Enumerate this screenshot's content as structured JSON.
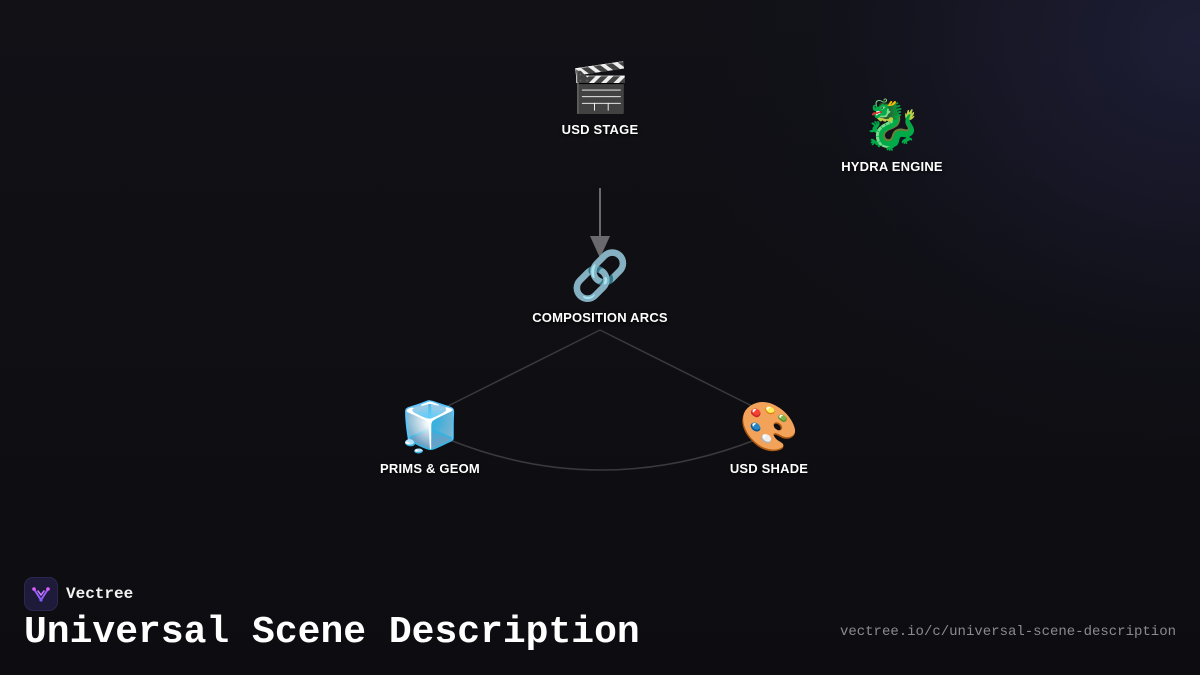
{
  "diagram": {
    "nodes": [
      {
        "id": "usd-stage",
        "icon": "clapper-board-icon",
        "emoji": "🎬",
        "label": "USD STAGE"
      },
      {
        "id": "hydra-engine",
        "icon": "dragon-icon",
        "emoji": "🐉",
        "label": "HYDRA ENGINE"
      },
      {
        "id": "composition-arcs",
        "icon": "link-icon",
        "emoji": "🔗",
        "label": "COMPOSITION ARCS"
      },
      {
        "id": "prims-geom",
        "icon": "ice-cube-icon",
        "emoji": "🧊",
        "label": "PRIMS & GEOM"
      },
      {
        "id": "usd-shade",
        "icon": "palette-icon",
        "emoji": "🎨",
        "label": "USD SHADE"
      }
    ],
    "edges": [
      {
        "from": "usd-stage",
        "to": "composition-arcs",
        "arrow": true
      },
      {
        "from": "composition-arcs",
        "to": "prims-geom",
        "arrow": false
      },
      {
        "from": "composition-arcs",
        "to": "usd-shade",
        "arrow": false
      },
      {
        "from": "prims-geom",
        "to": "usd-shade",
        "arrow": false,
        "curved": true
      }
    ],
    "colors": {
      "edge": "#3a3a3e",
      "arrow": "#6a6a6e",
      "background": "#0f0f13"
    }
  },
  "footer": {
    "brand_name": "Vectree",
    "brand_icon": "vectree-logo-icon",
    "title": "Universal Scene Description",
    "url": "vectree.io/c/universal-scene-description"
  }
}
